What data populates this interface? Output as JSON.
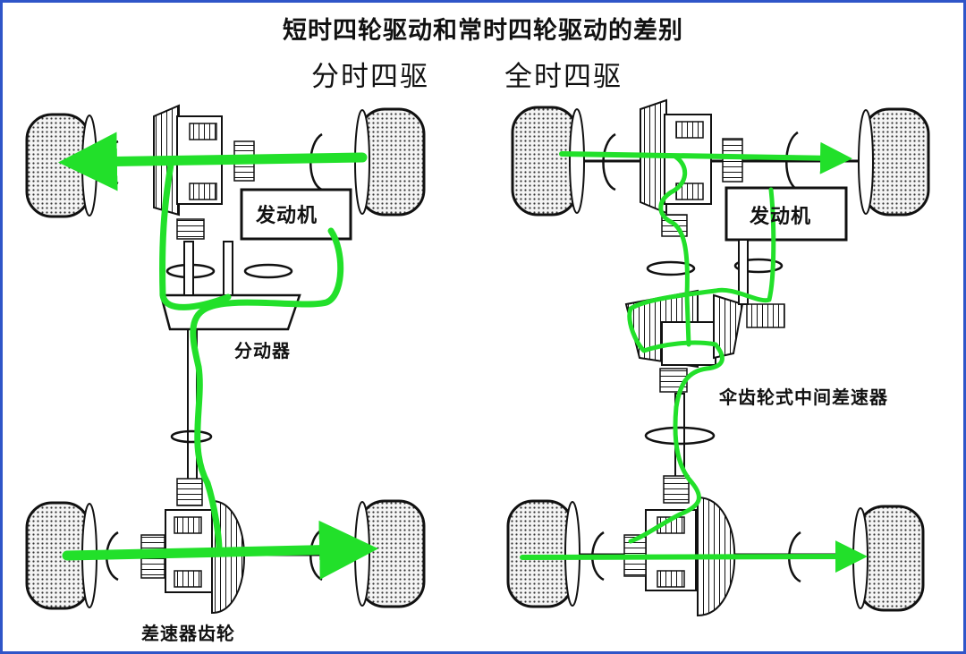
{
  "title": "短时四轮驱动和常时四轮驱动的差别",
  "left_panel": {
    "heading": "分时四驱",
    "engine_label": "发动机",
    "transfer_case_label": "分动器",
    "differential_label": "差速器齿轮"
  },
  "right_panel": {
    "heading": "全时四驱",
    "engine_label": "发动机",
    "center_diff_label": "伞齿轮式中间差速器"
  },
  "colors": {
    "power_flow": "#22e02a",
    "outline": "#111111",
    "frame_border": "#2f55c8"
  }
}
